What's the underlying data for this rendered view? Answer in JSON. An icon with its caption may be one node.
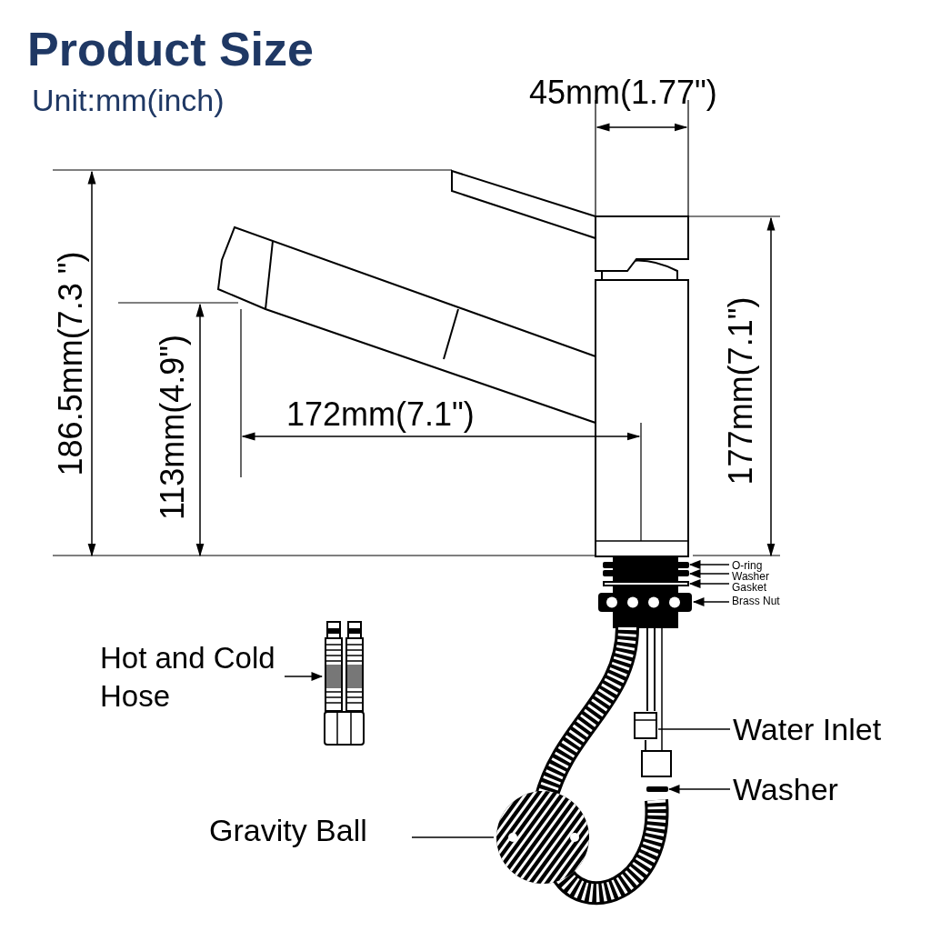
{
  "diagram": {
    "title": "Product Size",
    "nodes": [
      {
        "text": [
          "O-ring"
        ]
      },
      {
        "text": [
          "Washer"
        ]
      },
      {
        "text": [
          "Gasket"
        ]
      },
      {
        "text": [
          "Brass Nut"
        ]
      },
      {
        "text": [],
        "shape": "bar"
      },
      {
        "text": [],
        "shape": "bar"
      },
      {
        "text": [],
        "shape": "box"
      },
      {
        "text": [],
        "shape": "picture"
      },
      {
        "text": [
          "Hot and Cold Hose"
        ]
      },
      {
        "text": [],
        "shape": "picture"
      },
      {
        "text": [
          "Water Inlet"
        ]
      },
      {
        "text": [],
        "shape": "picture"
      },
      {
        "text": [
          "Washer"
        ]
      },
      {
        "text": [],
        "shape": "bar"
      },
      {
        "text": [
          "Gravity Ball"
        ]
      },
      {
        "text": [],
        "shape": "circle"
      }
    ],
    "edges": [
      {
        "from": 0,
        "to": 4,
        "arrow": "to"
      },
      {
        "from": 1,
        "to": 5,
        "arrow": "to"
      },
      {
        "from": 2,
        "to": 6,
        "arrow": "to"
      },
      {
        "from": 3,
        "to": 7,
        "arrow": "to"
      },
      {
        "from": 8,
        "to": 9,
        "arrow": "to"
      },
      {
        "from": 10,
        "to": 11,
        "arrow": "none"
      },
      {
        "from": 12,
        "to": 13,
        "arrow": "to"
      },
      {
        "from": 14,
        "to": 15,
        "arrow": "none"
      }
    ],
    "labels": [
      "Unit:mm(inch)",
      "45mm(1.77\")",
      "186.5mm(7.3 \")",
      "113mm(4.9\")",
      "172mm(7.1\")",
      "177mm(7.1\")"
    ]
  }
}
